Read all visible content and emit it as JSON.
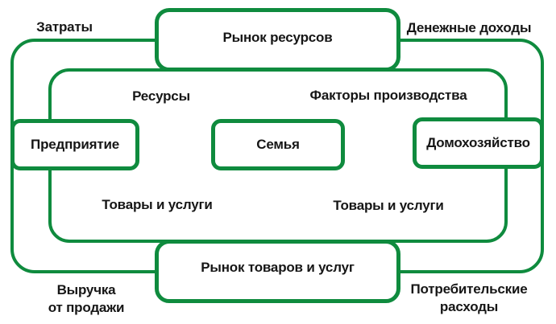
{
  "diagram_type": "circular-flow-economic-diagram",
  "colors": {
    "line_green": "#0f8b3e",
    "text_black": "#161616",
    "background": "#ffffff"
  },
  "nodes": {
    "resources_market": {
      "label": "Рынок ресурсов"
    },
    "enterprise": {
      "label": "Предприятие"
    },
    "family": {
      "label": "Семья"
    },
    "household": {
      "label": "Домохозяйство"
    },
    "goods_market": {
      "label": "Рынок товаров и услуг"
    }
  },
  "flow_labels": {
    "costs": "Затраты",
    "money_income": "Денежные доходы",
    "resources": "Ресурсы",
    "production_factors": "Факторы производства",
    "goods_services_left": "Товары и услуги",
    "goods_services_right": "Товары и услуги",
    "sales_revenue": {
      "line1": "Выручка",
      "line2": "от продажи"
    },
    "consumer_spending": {
      "line1": "Потребительские",
      "line2": "расходы"
    }
  }
}
